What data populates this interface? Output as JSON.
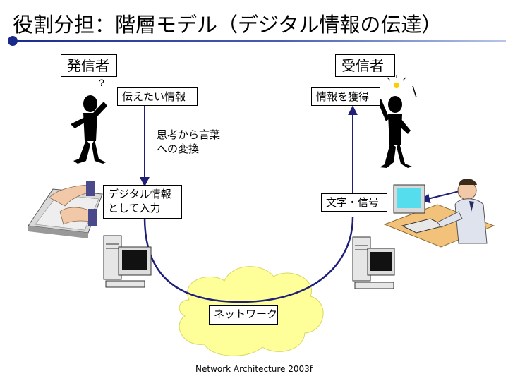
{
  "title": "役割分担：階層モデル（デジタル情報の伝達）",
  "sender": "発信者",
  "receiver": "受信者",
  "steps": {
    "want_to_convey": "伝えたい情報",
    "obtain_info": "情報を獲得",
    "thought_to_words": "思考から言葉\nへの変換",
    "digital_input": "デジタル情報\nとして入力",
    "chars_signs": "文字・信号"
  },
  "network": "ネットワーク",
  "footer": "Network Architecture 2003f",
  "colors": {
    "accent": "#1a2a8c",
    "cloud": "#ffff99",
    "arrow": "#1f1f7a"
  }
}
